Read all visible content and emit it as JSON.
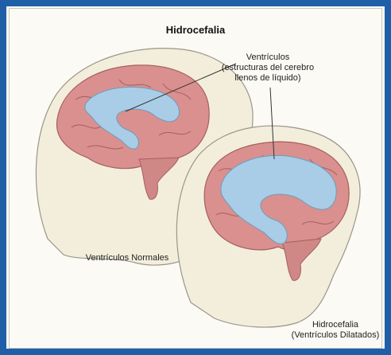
{
  "title": "Hidrocefalia",
  "labels": {
    "ventricles_line1": "Ventrículos",
    "ventricles_line2": "(estructuras del cerebro",
    "ventricles_line3": "llenos de líquido)",
    "normal": "Ventrículos Normales",
    "hydro_line1": "Hidrocefalia",
    "hydro_line2": "(Ventrículos Dilatados)"
  },
  "colors": {
    "frame": "#1f5fa8",
    "brain": "#d9908e",
    "brain_dark": "#b86e6e",
    "ventricle": "#a9cde6",
    "skin": "#f3eedc"
  }
}
